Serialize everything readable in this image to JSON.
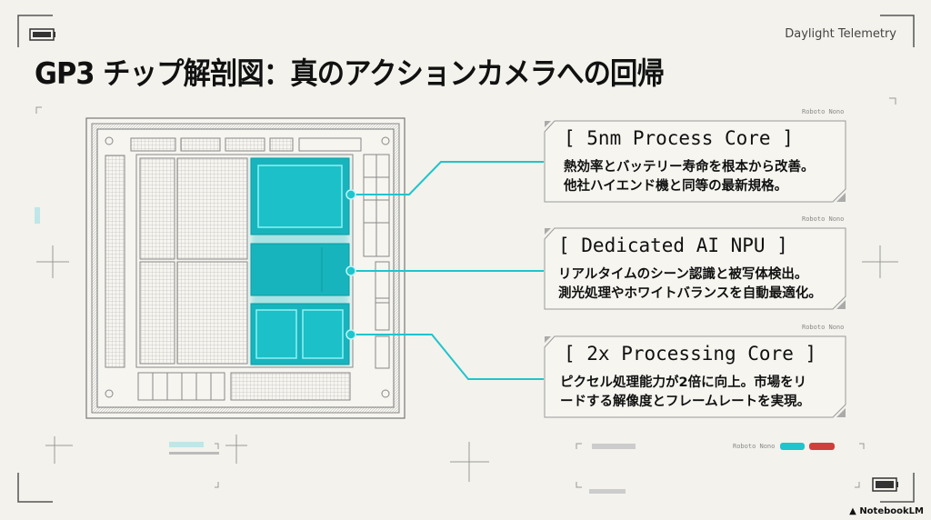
{
  "header": {
    "title": "GP3 チップ解剖図：真のアクションカメラへの回帰",
    "brand": "Daylight Telemetry"
  },
  "panels": [
    {
      "title": "[ 5nm Process Core ]",
      "lines": [
        "熱効率とバッテリー寿命を根本から改善。",
        "他社ハイエンド機と同等の最新規格。"
      ],
      "tag": "Roboto Nono"
    },
    {
      "title": "[ Dedicated AI NPU ]",
      "lines": [
        "リアルタイムのシーン認識と被写体検出。",
        "測光処理やホワイトバランスを自動最適化。"
      ],
      "tag": "Roboto Nono"
    },
    {
      "title": "[ 2x Processing Core ]",
      "lines": [
        "ピクセル処理能力が2倍に向上。市場をリ",
        "ードする解像度とフレームレートを実現。"
      ],
      "tag": "Roboto Nono"
    }
  ],
  "footer": {
    "tag": "Roboto Nono",
    "watermark": "NotebookLM"
  },
  "colors": {
    "accent": "#1fc4cc",
    "red": "#d0403a",
    "line": "#888"
  }
}
